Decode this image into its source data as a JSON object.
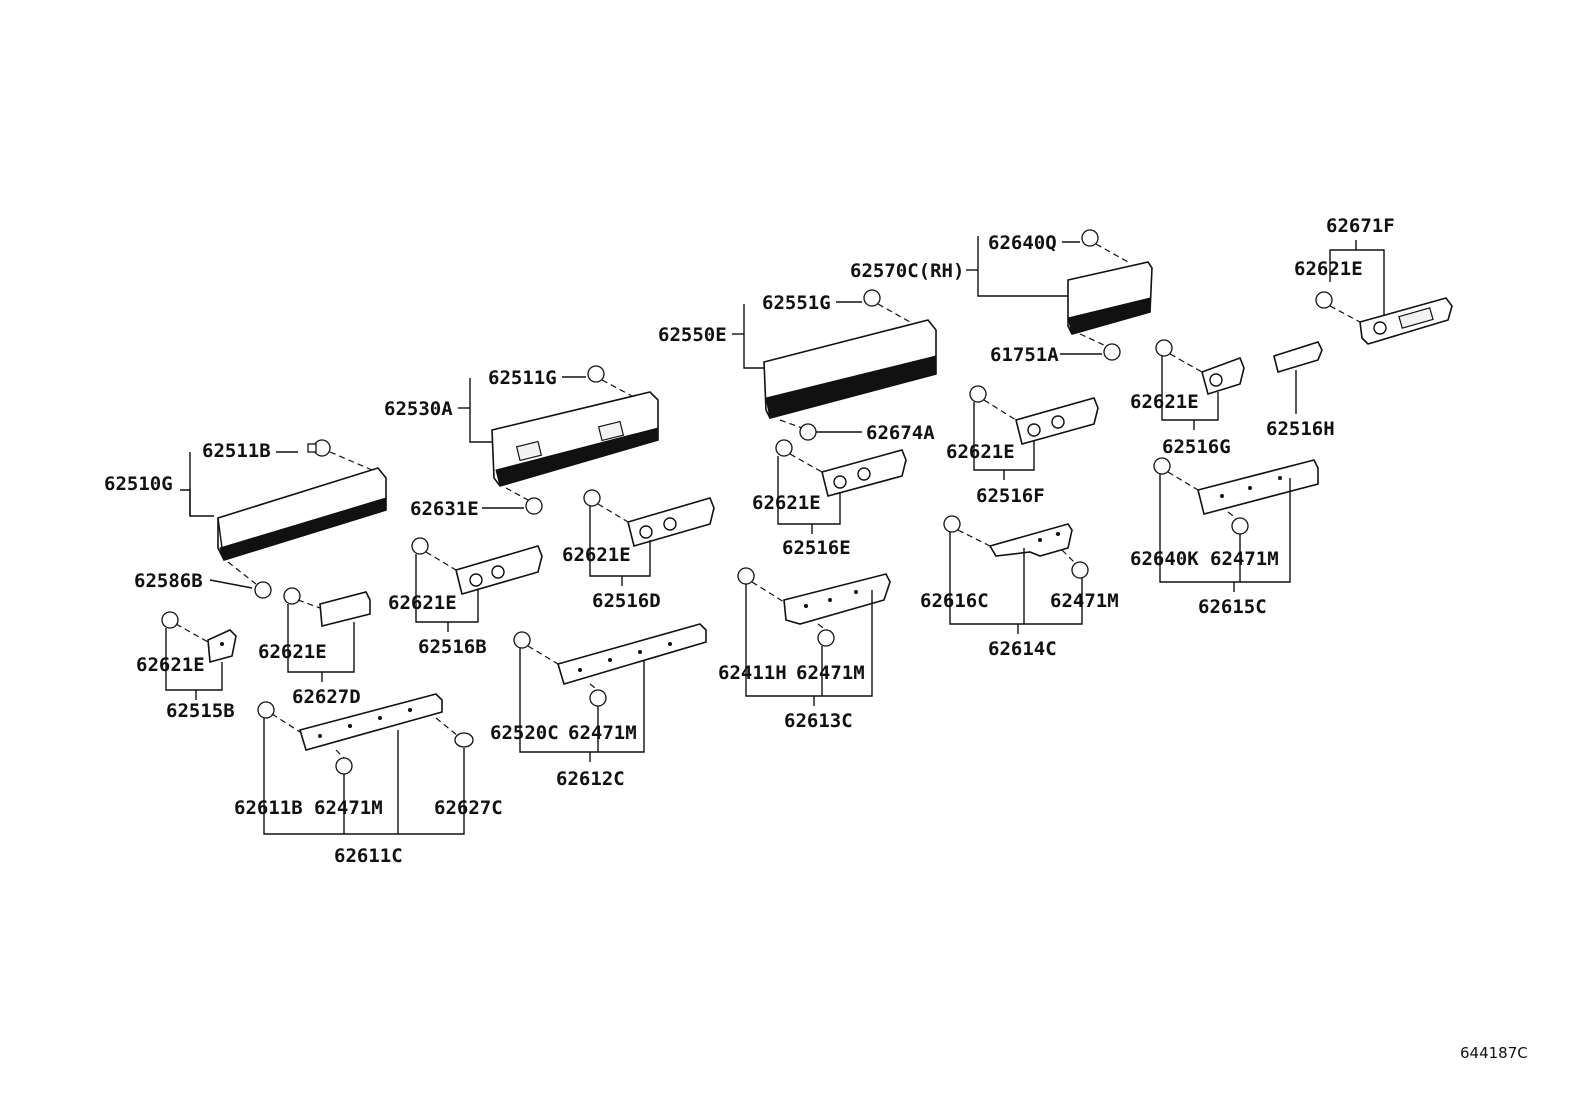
{
  "labels": {
    "l_62510G": "62510G",
    "l_62511B": "62511B",
    "l_62586B": "62586B",
    "l_62621E_a": "62621E",
    "l_62515B": "62515B",
    "l_62621E_b": "62621E",
    "l_62627D": "62627D",
    "l_62611B": "62611B",
    "l_62471M_a": "62471M",
    "l_62627C": "62627C",
    "l_62611C": "62611C",
    "l_62530A": "62530A",
    "l_62511G": "62511G",
    "l_62631E": "62631E",
    "l_62621E_c": "62621E",
    "l_62516B": "62516B",
    "l_62621E_d": "62621E",
    "l_62516D": "62516D",
    "l_62520C": "62520C",
    "l_62471M_b": "62471M",
    "l_62612C": "62612C",
    "l_62550E": "62550E",
    "l_62551G": "62551G",
    "l_62674A": "62674A",
    "l_62621E_e": "62621E",
    "l_62516E": "62516E",
    "l_62411H": "62411H",
    "l_62471M_c": "62471M",
    "l_62613C": "62613C",
    "l_62570C": "62570C(RH)",
    "l_62640Q": "62640Q",
    "l_61751A": "61751A",
    "l_62621E_f": "62621E",
    "l_62516F": "62516F",
    "l_62616C": "62616C",
    "l_62471M_d": "62471M",
    "l_62614C": "62614C",
    "l_62621E_g": "62621E",
    "l_62516G": "62516G",
    "l_62516H": "62516H",
    "l_62671F": "62671F",
    "l_62621E_h": "62621E",
    "l_62640K": "62640K",
    "l_62471M_e": "62471M",
    "l_62615C": "62615C"
  },
  "diagram_code": "644187C"
}
